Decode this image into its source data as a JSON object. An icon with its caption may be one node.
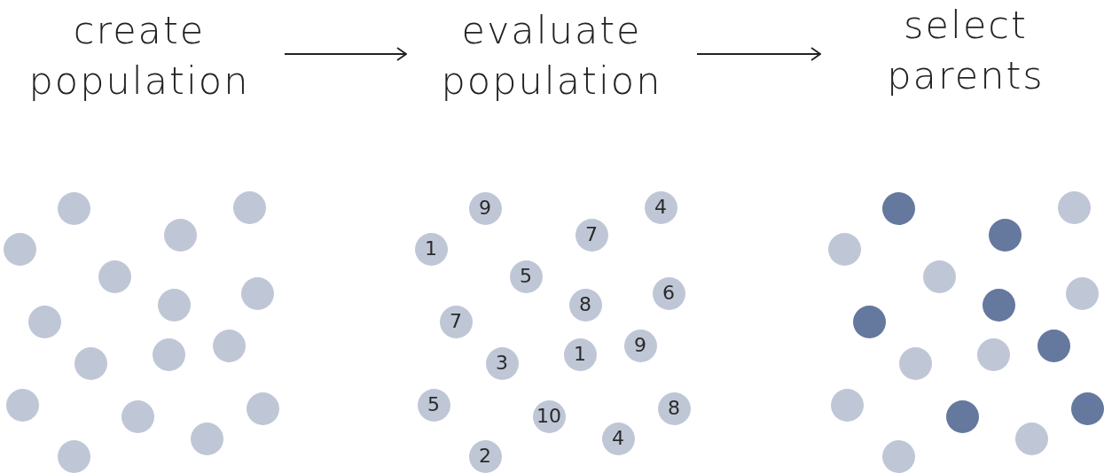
{
  "diagram": {
    "nodes": [
      {
        "text": [
          "create population"
        ]
      },
      {
        "text": [
          "evaluate population"
        ]
      },
      {
        "text": [
          "select parents"
        ]
      },
      {
        "text": [],
        "shape": "circle"
      },
      {
        "text": [],
        "shape": "circle"
      },
      {
        "text": [],
        "shape": "circle"
      },
      {
        "text": [],
        "shape": "circle"
      },
      {
        "text": [],
        "shape": "circle"
      },
      {
        "text": [],
        "shape": "circle"
      },
      {
        "text": [],
        "shape": "circle"
      },
      {
        "text": [],
        "shape": "circle"
      },
      {
        "text": [],
        "shape": "circle"
      },
      {
        "text": [],
        "shape": "circle"
      },
      {
        "text": [],
        "shape": "circle"
      },
      {
        "text": [],
        "shape": "circle"
      },
      {
        "text": [],
        "shape": "circle"
      },
      {
        "text": [],
        "shape": "circle"
      },
      {
        "text": [],
        "shape": "circle"
      },
      {
        "text": [],
        "shape": "circle"
      },
      {
        "text": [
          "9"
        ]
      },
      {
        "text": [
          "4"
        ]
      },
      {
        "text": [
          "7"
        ]
      },
      {
        "text": [
          "1"
        ]
      },
      {
        "text": [
          "5"
        ]
      },
      {
        "text": [
          "6"
        ]
      },
      {
        "text": [
          "8"
        ]
      },
      {
        "text": [
          "7"
        ]
      },
      {
        "text": [
          "9"
        ]
      },
      {
        "text": [
          "1"
        ]
      },
      {
        "text": [
          "3"
        ]
      },
      {
        "text": [
          "5"
        ]
      },
      {
        "text": [
          "8"
        ]
      },
      {
        "text": [
          "10"
        ]
      },
      {
        "text": [
          "4"
        ]
      },
      {
        "text": [
          "2"
        ]
      },
      {
        "text": [],
        "shape": "disc"
      },
      {
        "text": [],
        "shape": "circle"
      },
      {
        "text": [],
        "shape": "disc"
      },
      {
        "text": [],
        "shape": "circle"
      },
      {
        "text": [],
        "shape": "circle"
      },
      {
        "text": [],
        "shape": "circle"
      },
      {
        "text": [],
        "shape": "disc"
      },
      {
        "text": [],
        "shape": "disc"
      },
      {
        "text": [],
        "shape": "disc"
      },
      {
        "text": [],
        "shape": "circle"
      },
      {
        "text": [],
        "shape": "circle"
      },
      {
        "text": [],
        "shape": "circle"
      },
      {
        "text": [],
        "shape": "disc"
      },
      {
        "text": [],
        "shape": "disc"
      },
      {
        "text": [],
        "shape": "circle"
      },
      {
        "text": [],
        "shape": "circle"
      }
    ],
    "edges": [
      {
        "from": 0,
        "to": 1,
        "arrow": "to"
      },
      {
        "from": 1,
        "to": 2,
        "arrow": "to"
      }
    ]
  }
}
